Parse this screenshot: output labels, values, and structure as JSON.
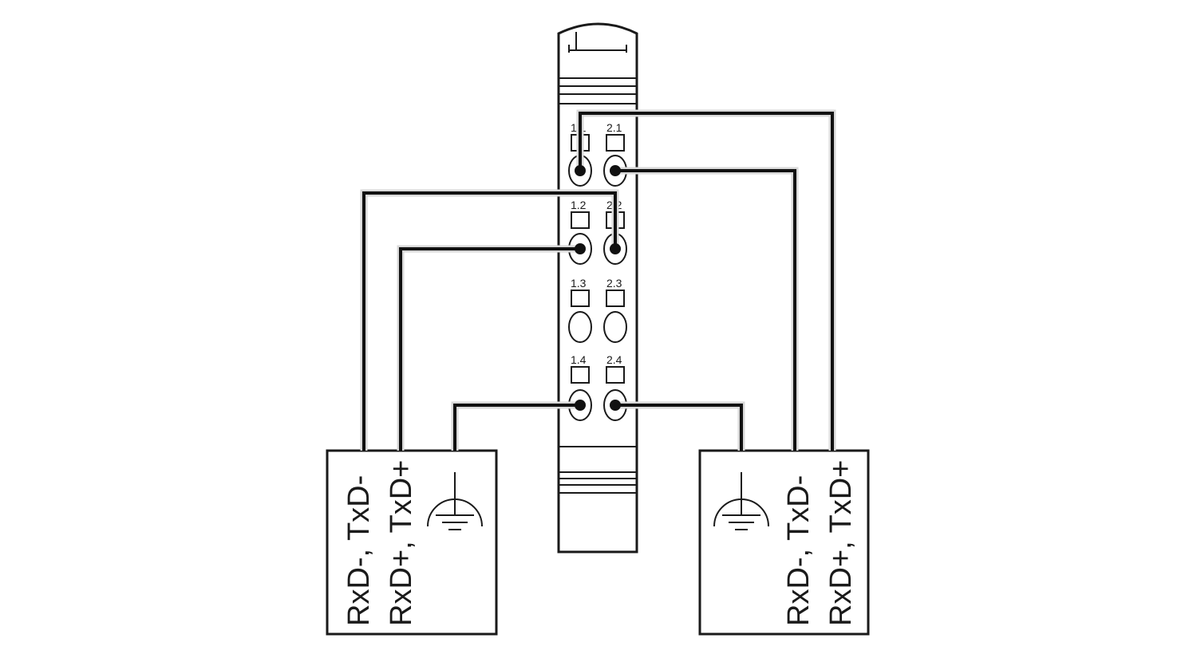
{
  "terminals": {
    "t11": "1.1",
    "t21": "2.1",
    "t12": "1.2",
    "t22": "2.2",
    "t13": "1.3",
    "t23": "2.3",
    "t14": "1.4",
    "t24": "2.4"
  },
  "left_device": {
    "label_1": "RxD-, TxD-",
    "label_2": "RxD+, TxD+",
    "ground_symbol": "ground-icon"
  },
  "right_device": {
    "label_1": "RxD-, TxD-",
    "label_2": "RxD+, TxD+",
    "ground_symbol": "ground-icon"
  },
  "colors": {
    "line": "#111111",
    "wire_halo": "#d8d8d8",
    "background": "#ffffff"
  }
}
